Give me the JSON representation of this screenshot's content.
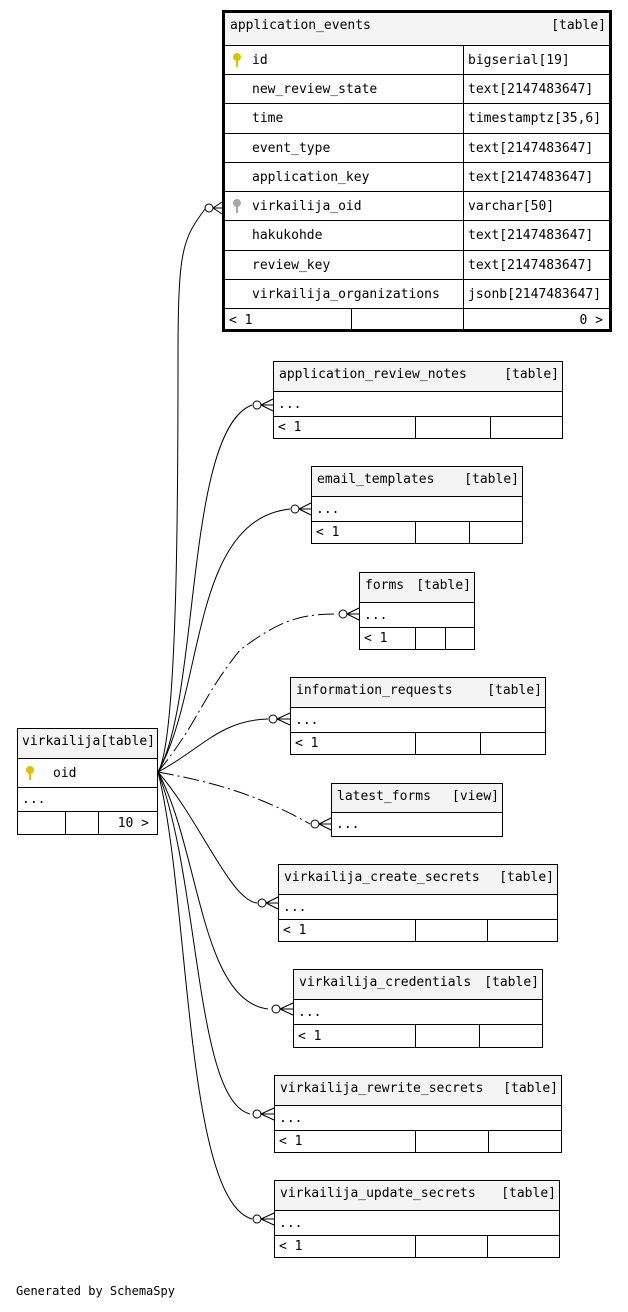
{
  "footer_text": "Generated by SchemaSpy",
  "application_events": {
    "name": "application_events",
    "kind": "[table]",
    "columns": [
      {
        "name": "id",
        "type": "bigserial[19]",
        "key": "pk"
      },
      {
        "name": "new_review_state",
        "type": "text[2147483647]"
      },
      {
        "name": "time",
        "type": "timestamptz[35,6]"
      },
      {
        "name": "event_type",
        "type": "text[2147483647]"
      },
      {
        "name": "application_key",
        "type": "text[2147483647]"
      },
      {
        "name": "virkailija_oid",
        "type": "varchar[50]",
        "key": "fk"
      },
      {
        "name": "hakukohde",
        "type": "text[2147483647]"
      },
      {
        "name": "review_key",
        "type": "text[2147483647]"
      },
      {
        "name": "virkailija_organizations",
        "type": "jsonb[2147483647]"
      }
    ],
    "foot_left": "< 1",
    "foot_right": "0 >"
  },
  "virkailija": {
    "name": "virkailija",
    "kind": "[table]",
    "key_column": "oid",
    "ellipsis": "...",
    "foot_right": "10 >"
  },
  "children": [
    {
      "name": "application_review_notes",
      "kind": "[table]",
      "ellipsis": "...",
      "foot_left": "< 1"
    },
    {
      "name": "email_templates",
      "kind": "[table]",
      "ellipsis": "...",
      "foot_left": "< 1"
    },
    {
      "name": "forms",
      "kind": "[table]",
      "ellipsis": "...",
      "foot_left": "< 1"
    },
    {
      "name": "information_requests",
      "kind": "[table]",
      "ellipsis": "...",
      "foot_left": "< 1"
    },
    {
      "name": "latest_forms",
      "kind": "[view]",
      "ellipsis": "..."
    },
    {
      "name": "virkailija_create_secrets",
      "kind": "[table]",
      "ellipsis": "...",
      "foot_left": "< 1"
    },
    {
      "name": "virkailija_credentials",
      "kind": "[table]",
      "ellipsis": "...",
      "foot_left": "< 1"
    },
    {
      "name": "virkailija_rewrite_secrets",
      "kind": "[table]",
      "ellipsis": "...",
      "foot_left": "< 1"
    },
    {
      "name": "virkailija_update_secrets",
      "kind": "[table]",
      "ellipsis": "...",
      "foot_left": "< 1"
    }
  ]
}
